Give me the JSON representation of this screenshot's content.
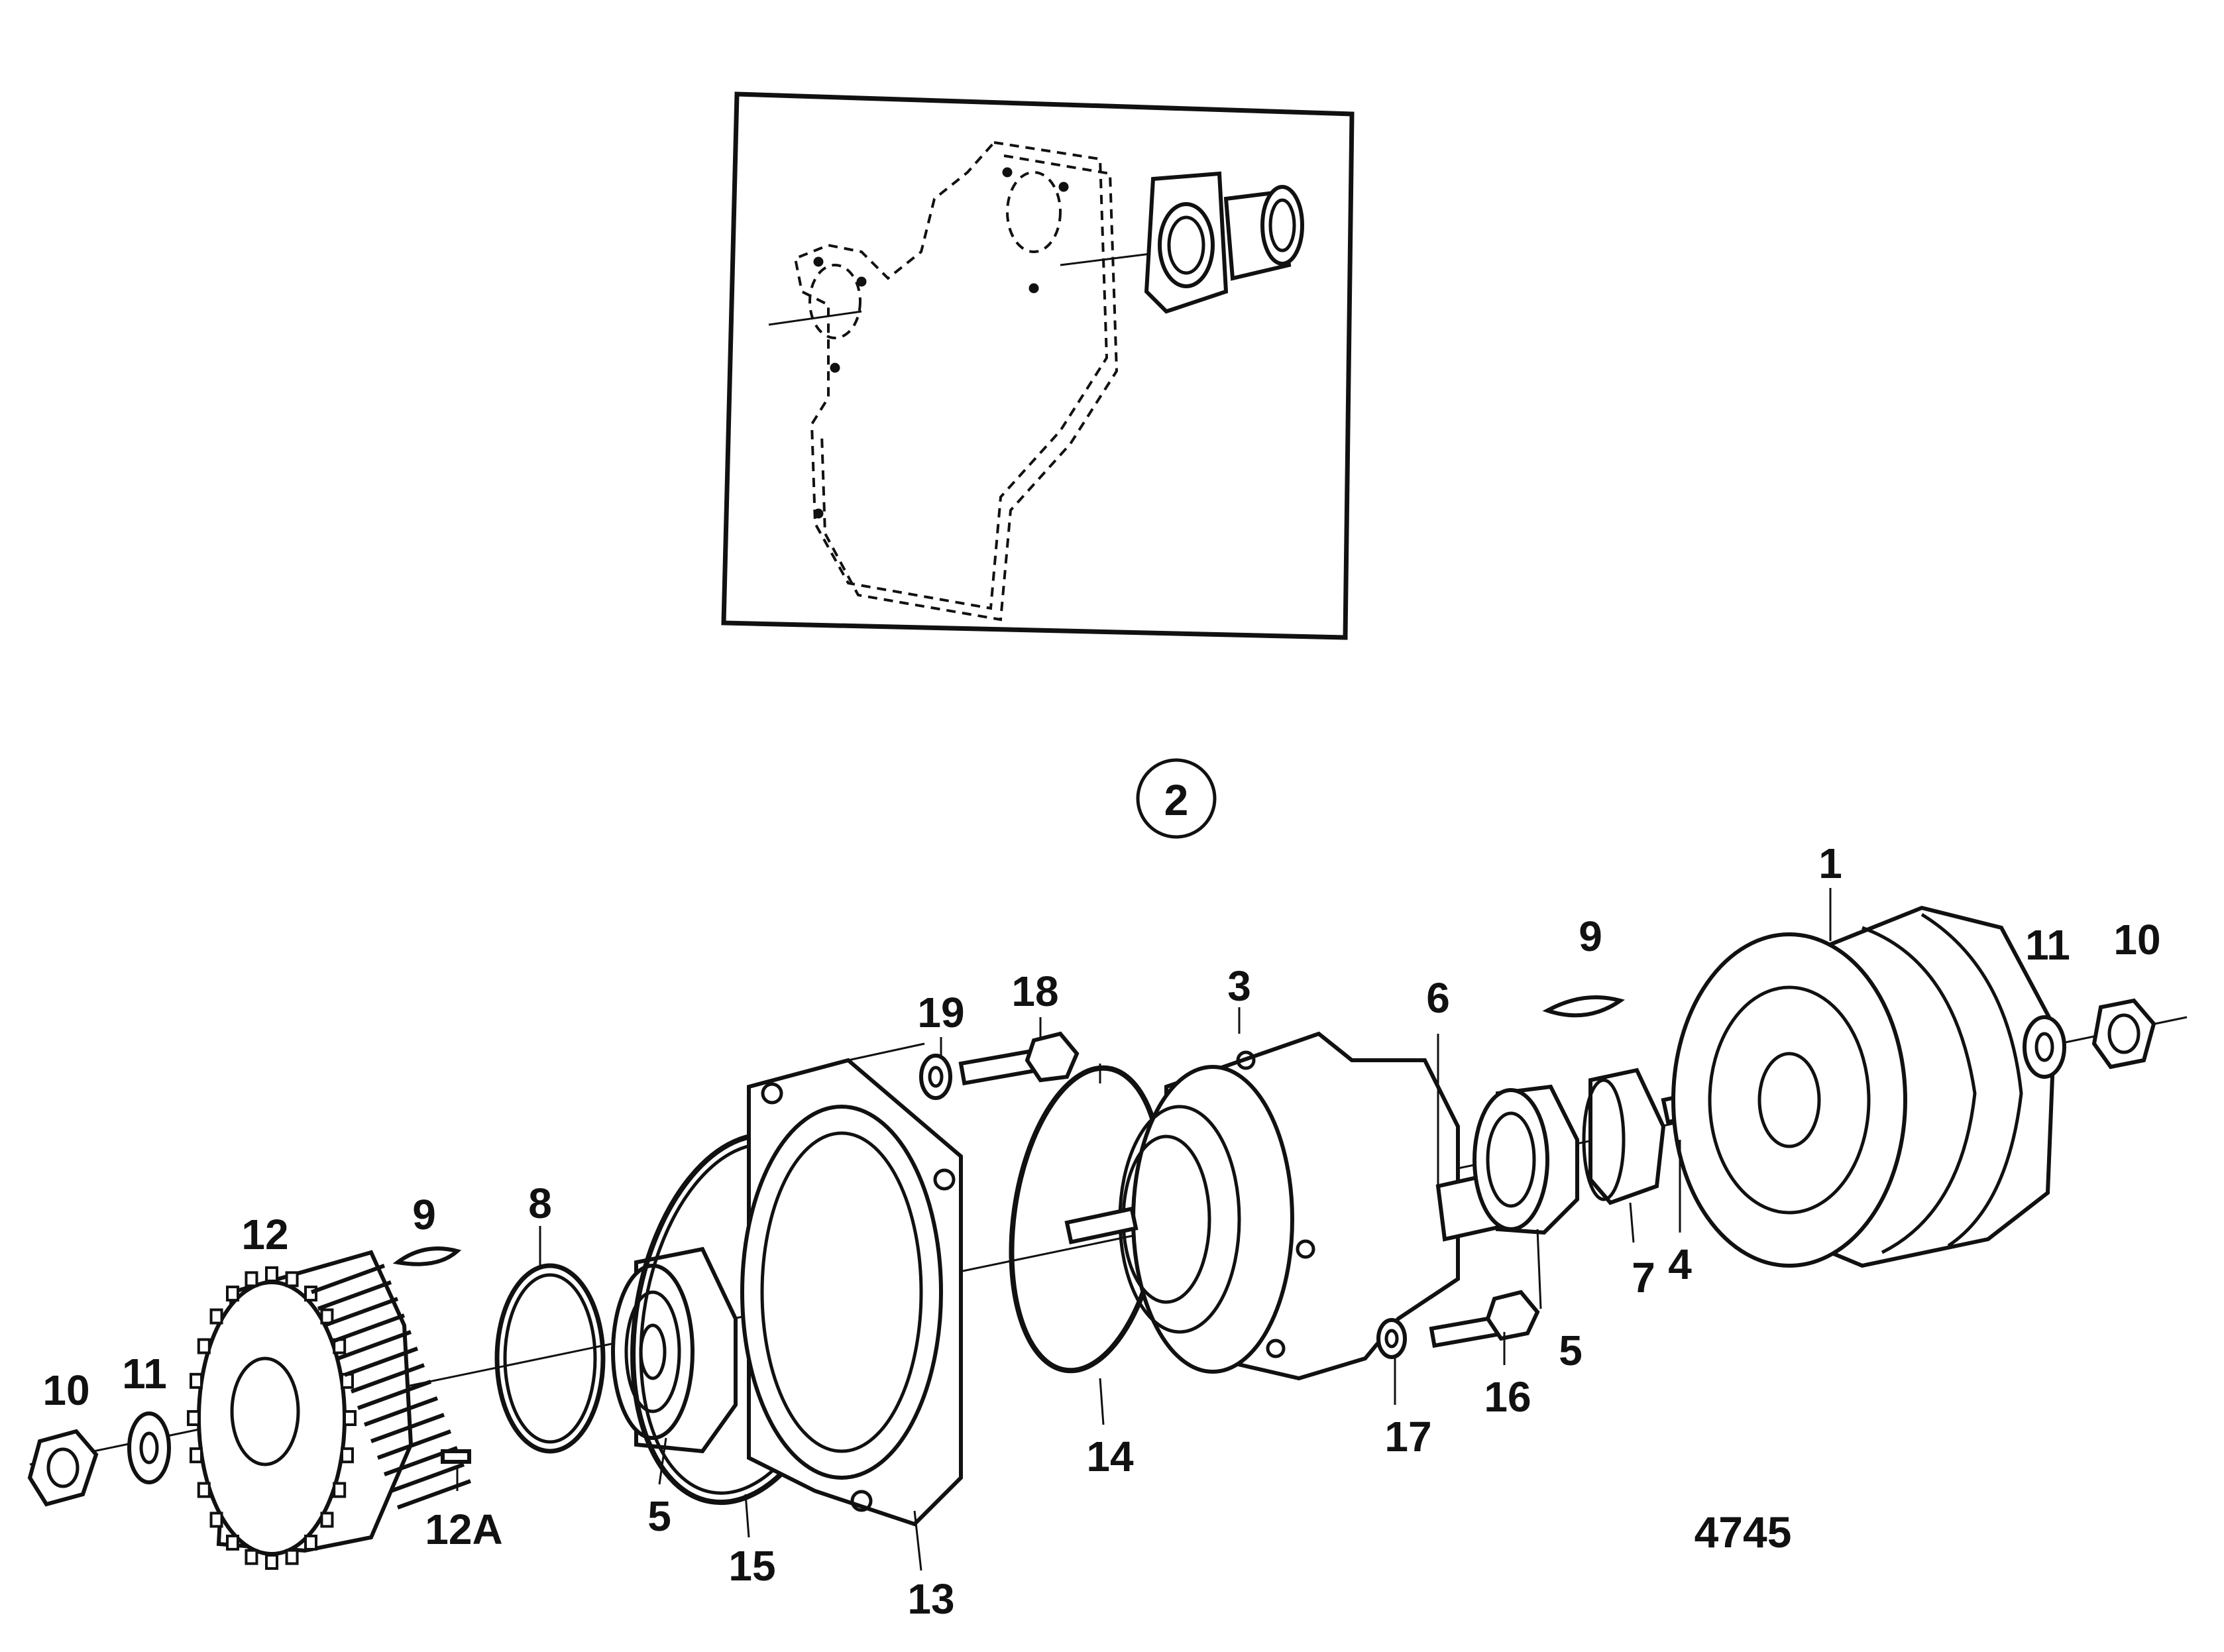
{
  "drawing_number": "4745",
  "view_reference": "2",
  "callouts": [
    {
      "id": "c1",
      "text": "1"
    },
    {
      "id": "c3",
      "text": "3"
    },
    {
      "id": "c4",
      "text": "4"
    },
    {
      "id": "c5a",
      "text": "5"
    },
    {
      "id": "c5b",
      "text": "5"
    },
    {
      "id": "c6",
      "text": "6"
    },
    {
      "id": "c7",
      "text": "7"
    },
    {
      "id": "c8",
      "text": "8"
    },
    {
      "id": "c9a",
      "text": "9"
    },
    {
      "id": "c9b",
      "text": "9"
    },
    {
      "id": "c10a",
      "text": "10"
    },
    {
      "id": "c10b",
      "text": "10"
    },
    {
      "id": "c11a",
      "text": "11"
    },
    {
      "id": "c11b",
      "text": "11"
    },
    {
      "id": "c12",
      "text": "12"
    },
    {
      "id": "c12A",
      "text": "12A"
    },
    {
      "id": "c13",
      "text": "13"
    },
    {
      "id": "c14",
      "text": "14"
    },
    {
      "id": "c15",
      "text": "15"
    },
    {
      "id": "c16",
      "text": "16"
    },
    {
      "id": "c17",
      "text": "17"
    },
    {
      "id": "c18",
      "text": "18"
    },
    {
      "id": "c19",
      "text": "19"
    }
  ]
}
